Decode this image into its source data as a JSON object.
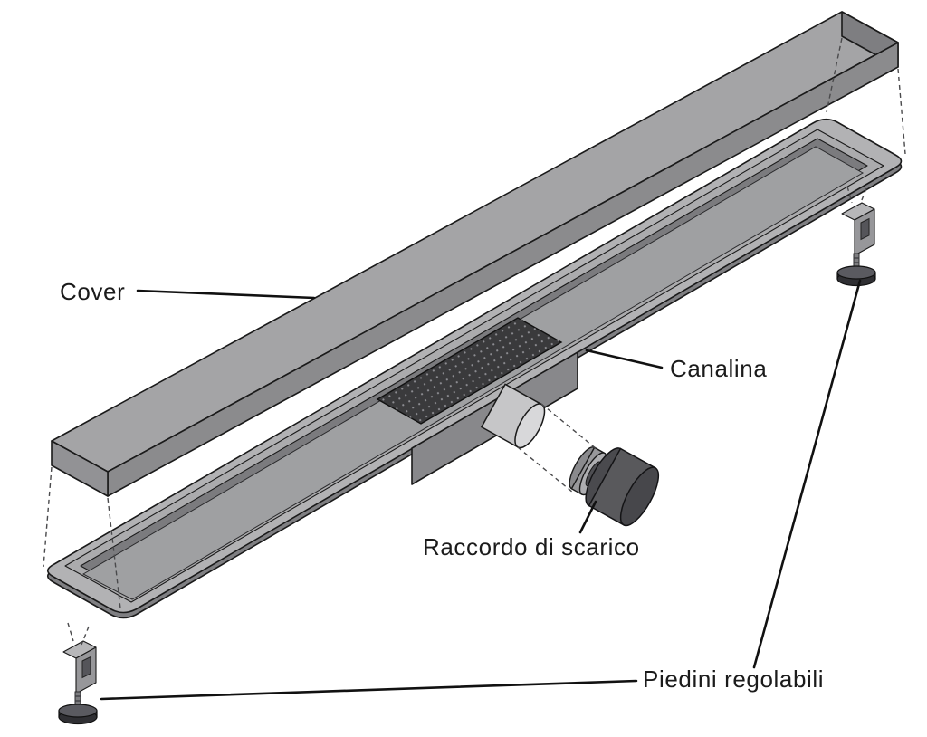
{
  "diagram": {
    "background": "#ffffff",
    "labels": {
      "cover": "Cover",
      "canalina": "Canalina",
      "raccordo": "Raccordo di scarico",
      "piedini": "Piedini regolabili"
    },
    "colors": {
      "outline": "#1a1a1a",
      "leader": "#111111",
      "cover_top": "#a4a4a6",
      "cover_side": "#8b8b8d",
      "flange_top": "#b2b2b4",
      "flange_edge": "#7f7f82",
      "channel_rim": "#ababad",
      "channel_wall": "#7b7b7e",
      "channel_floor": "#9fa0a2",
      "grate": "#3a3a3c",
      "grate_dots": "#8d8d92",
      "sump": "#88888b",
      "outlet_pipe": "#c6c6c8",
      "outlet_face": "#d8d8da",
      "connector_ring": "#aeaeb1",
      "connector_body": "#59595c",
      "connector_face": "#47474b",
      "foot_bracket": "#97979a",
      "foot_base": "#2f2f33"
    }
  }
}
